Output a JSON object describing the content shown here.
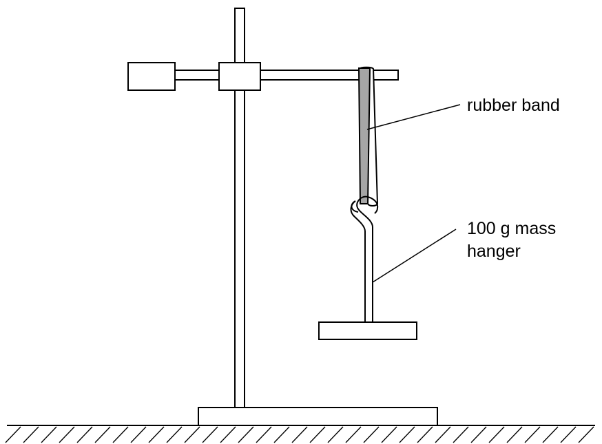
{
  "labels": {
    "rubber_band": "rubber band",
    "mass_hanger_line1": "100 g mass",
    "mass_hanger_line2": "hanger"
  },
  "colors": {
    "line": "#000000",
    "rubber_band_fill": "#a6a6a6",
    "background": "#ffffff"
  }
}
